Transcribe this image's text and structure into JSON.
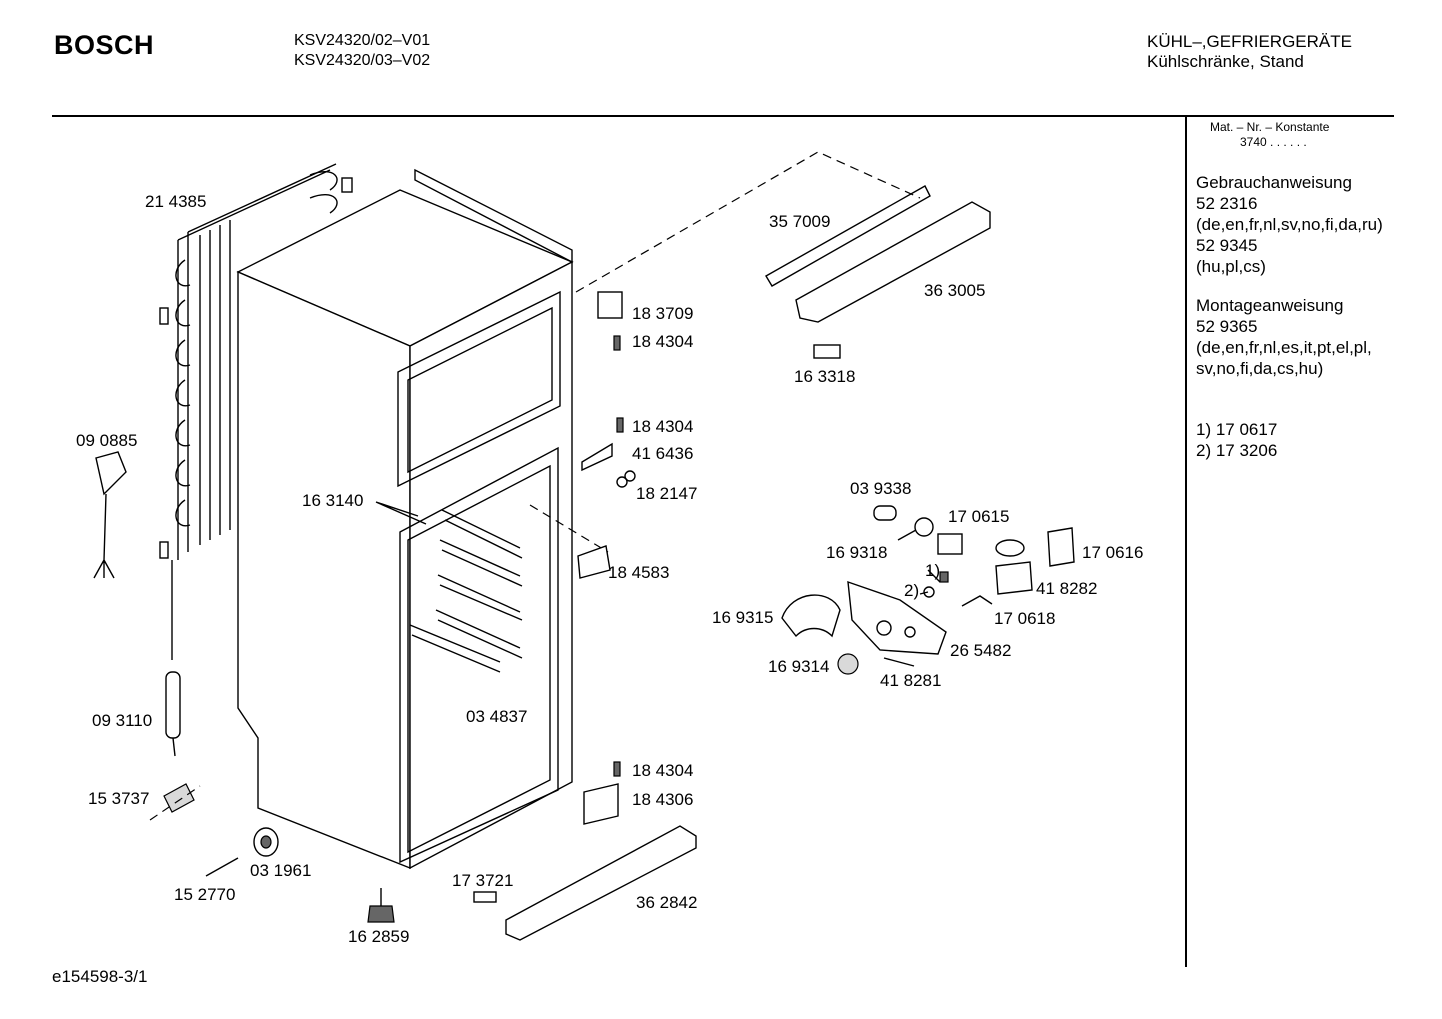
{
  "header": {
    "brand": "BOSCH",
    "models": [
      "KSV24320/02–V01",
      "KSV24320/03–V02"
    ],
    "category": "KÜHL–,GEFRIERGERÄTE",
    "subcategory": "Kühlschränke, Stand"
  },
  "sidebar": {
    "konstante_label": "Mat. – Nr. – Konstante",
    "konstante_value": "3740 . . . . . .",
    "sections": [
      {
        "lines": [
          "Gebrauchanweisung",
          "52 2316",
          "(de,en,fr,nl,sv,no,fi,da,ru)",
          "52 9345",
          "(hu,pl,cs)"
        ]
      },
      {
        "lines": [
          "Montageanweisung",
          "52 9365",
          "(de,en,fr,nl,es,it,pt,el,pl,",
          "sv,no,fi,da,cs,hu)"
        ]
      },
      {
        "lines": [
          "1)  17 0617",
          "2)  17 3206"
        ]
      }
    ]
  },
  "footer": {
    "drawing_id": "e154598-3/1"
  },
  "parts": [
    {
      "id": "p214385",
      "label": "21 4385"
    },
    {
      "id": "p090885",
      "label": "09 0885"
    },
    {
      "id": "p093110",
      "label": "09 3110"
    },
    {
      "id": "p153737",
      "label": "15 3737"
    },
    {
      "id": "p152770",
      "label": "15 2770"
    },
    {
      "id": "p031961",
      "label": "03 1961"
    },
    {
      "id": "p162859",
      "label": "16 2859"
    },
    {
      "id": "p163140",
      "label": "16 3140"
    },
    {
      "id": "p183709",
      "label": "18 3709"
    },
    {
      "id": "p184304a",
      "label": "18 4304"
    },
    {
      "id": "p184304b",
      "label": "18 4304"
    },
    {
      "id": "p416436",
      "label": "41 6436"
    },
    {
      "id": "p182147",
      "label": "18 2147"
    },
    {
      "id": "p184583",
      "label": "18 4583"
    },
    {
      "id": "p034837",
      "label": "03 4837"
    },
    {
      "id": "p184304c",
      "label": "18 4304"
    },
    {
      "id": "p184306",
      "label": "18 4306"
    },
    {
      "id": "p173721",
      "label": "17 3721"
    },
    {
      "id": "p362842",
      "label": "36 2842"
    },
    {
      "id": "p357009",
      "label": "35 7009"
    },
    {
      "id": "p363005",
      "label": "36 3005"
    },
    {
      "id": "p163318",
      "label": "16 3318"
    },
    {
      "id": "p039338",
      "label": "03 9338"
    },
    {
      "id": "p170615",
      "label": "17 0615"
    },
    {
      "id": "p169318",
      "label": "16 9318"
    },
    {
      "id": "p170616",
      "label": "17 0616"
    },
    {
      "id": "p418282",
      "label": "41 8282"
    },
    {
      "id": "p170618",
      "label": "17 0618"
    },
    {
      "id": "p169315",
      "label": "16 9315"
    },
    {
      "id": "p265482",
      "label": "26 5482"
    },
    {
      "id": "p169314",
      "label": "16 9314"
    },
    {
      "id": "p418281",
      "label": "41 8281"
    },
    {
      "id": "n1",
      "label": "1)"
    },
    {
      "id": "n2",
      "label": "2)"
    }
  ]
}
